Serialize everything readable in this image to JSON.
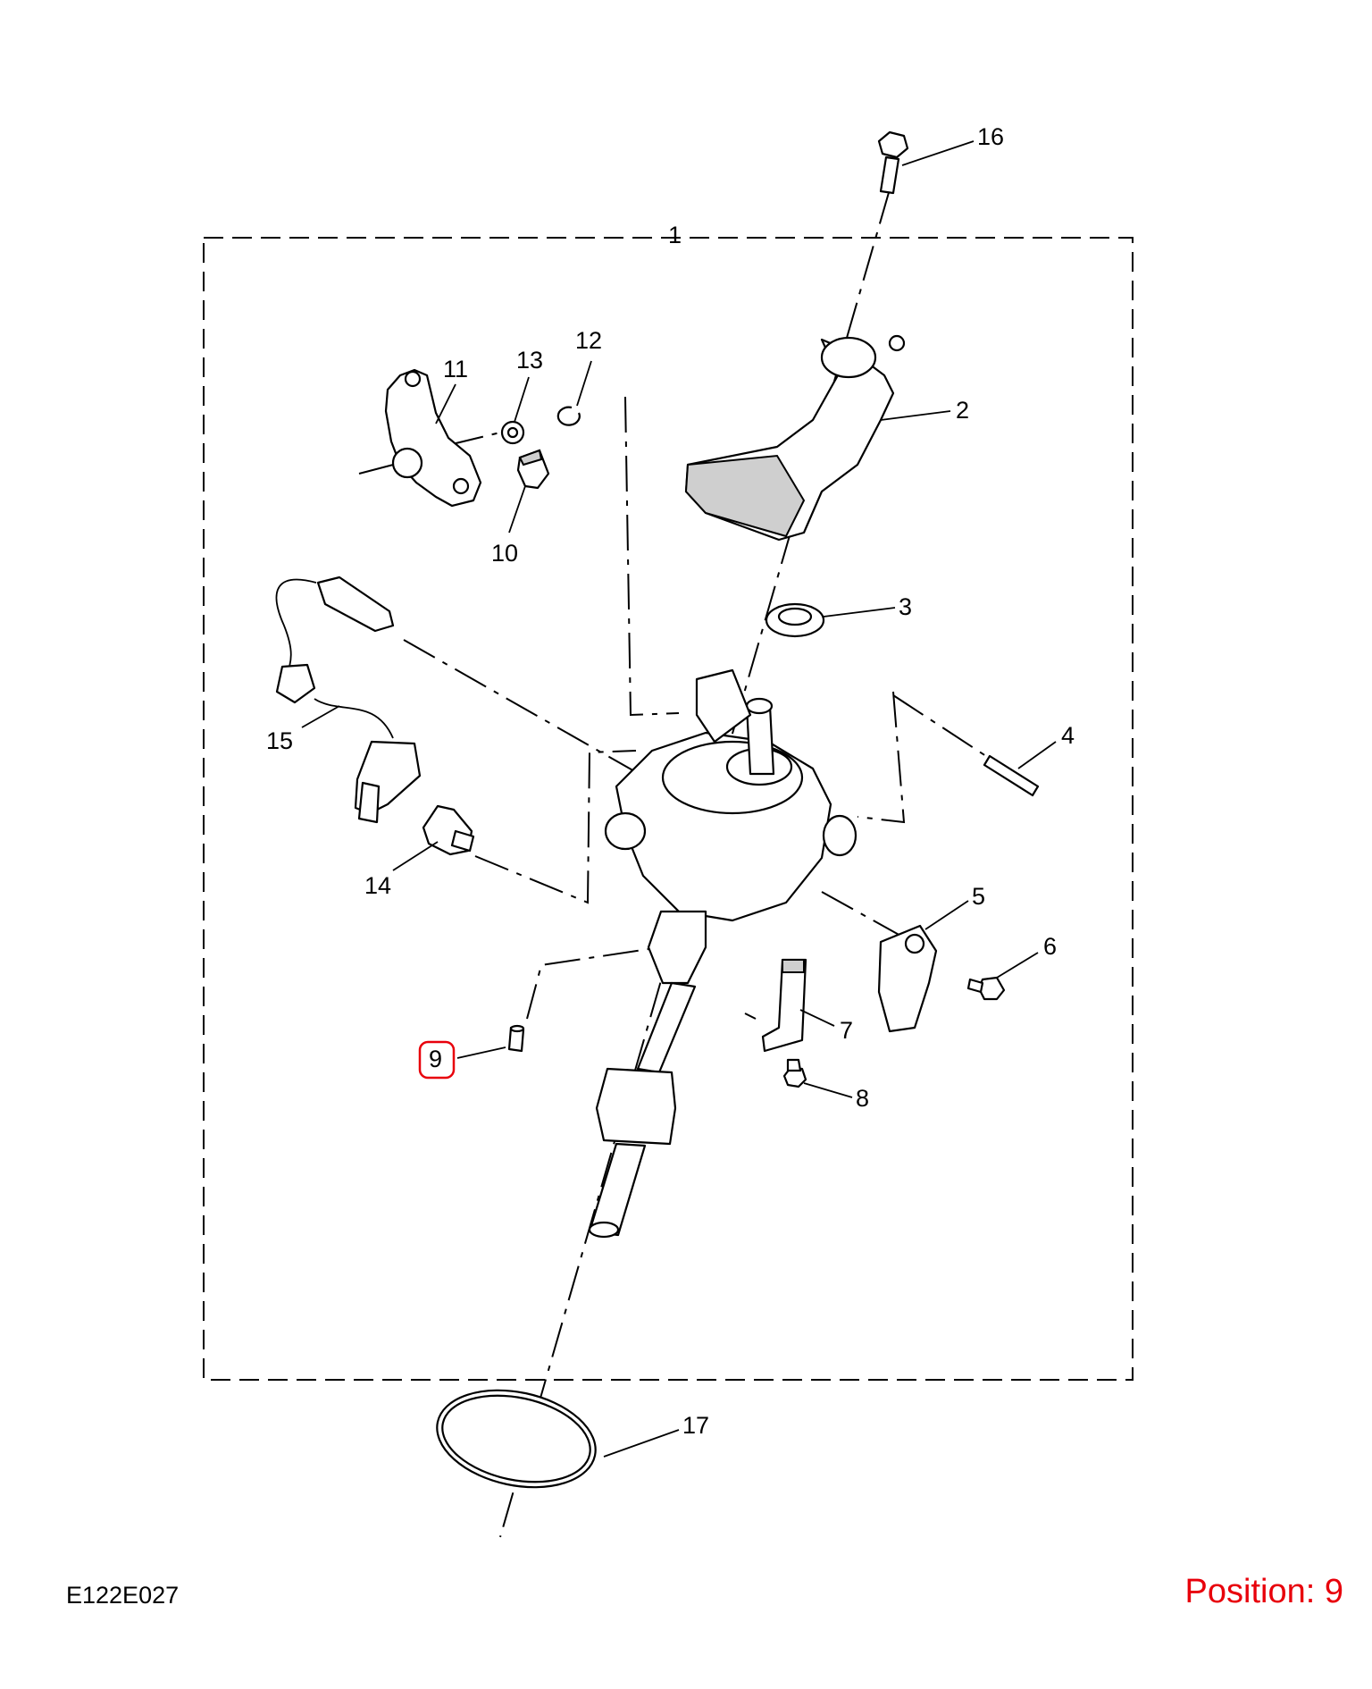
{
  "diagram_ref": "E122E027",
  "position_label": "Position: 9",
  "highlight_color": "#e8000b",
  "callouts": [
    "1",
    "2",
    "3",
    "4",
    "5",
    "6",
    "7",
    "8",
    "9",
    "10",
    "11",
    "12",
    "13",
    "14",
    "15",
    "16",
    "17"
  ]
}
